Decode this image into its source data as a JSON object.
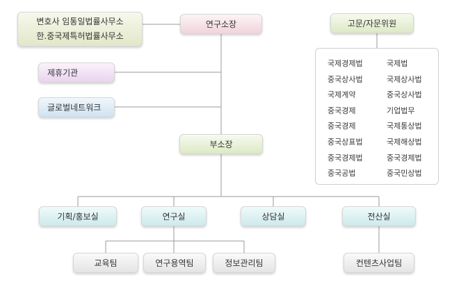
{
  "law_office": {
    "line1": "변호사 임통일법률사무소",
    "line2": "한.중국제특허법률사무소"
  },
  "director": "연구소장",
  "advisor_title": "고문/자문위원",
  "partner": "제휴기관",
  "global_network": "글로벌네트워크",
  "vice_director": "부소장",
  "divisions": [
    "기획/홍보실",
    "연구실",
    "상담실",
    "전산실"
  ],
  "research_teams": [
    "교육팀",
    "연구용역팀",
    "정보관리팀"
  ],
  "it_team": "컨텐츠사업팀",
  "advisors": {
    "left": [
      "국제경제법",
      "중국상사법",
      "국제계약",
      "중국경제",
      "중국경제",
      "중국상표법",
      "중국경제법",
      "중국공법"
    ],
    "right": [
      "국제법",
      "국제상사법",
      "중국상사법",
      "기업법무",
      "국제통상법",
      "국제해상법",
      "중국경제법",
      "중국민상법"
    ]
  }
}
